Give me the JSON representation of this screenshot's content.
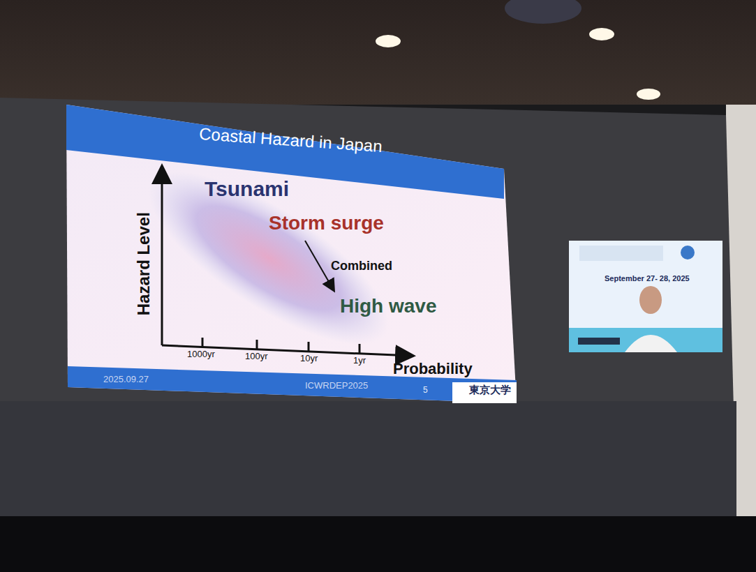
{
  "diagram": {
    "title": "Coastal Hazard in Japan",
    "labels": [
      "Tsunami",
      "Storm surge",
      "Combined",
      "High wave",
      "Hazard Level",
      "1000yr",
      "100yr",
      "10yr",
      "1yr",
      "Probability",
      "2025.09.27",
      "ICWRDEP2025",
      "5",
      "東京大学",
      "September 27- 28, 2025"
    ]
  }
}
